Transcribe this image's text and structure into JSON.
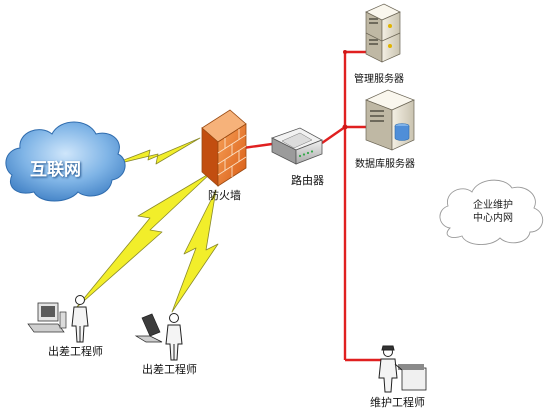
{
  "nodes": {
    "internet": "互联网",
    "firewall": "防火墙",
    "router": "路由器",
    "mgmt_server": "管理服务器",
    "db_server": "数据库服务器",
    "intranet_line1": "企业维护",
    "intranet_line2": "中心内网",
    "field_engineer_1": "出差工程师",
    "field_engineer_2": "出差工程师",
    "maint_engineer": "维护工程师"
  },
  "colors": {
    "lan_line": "#e02020",
    "wireless": "#f2ee2a",
    "cloud_fill": "#7fb4e6",
    "firewall_brick": "#e8701e"
  },
  "icons": [
    "cloud-icon",
    "firewall-icon",
    "router-icon",
    "server-rack-icon",
    "database-server-icon",
    "desktop-computer-icon",
    "laptop-icon",
    "person-icon",
    "lightning-link-icon"
  ]
}
